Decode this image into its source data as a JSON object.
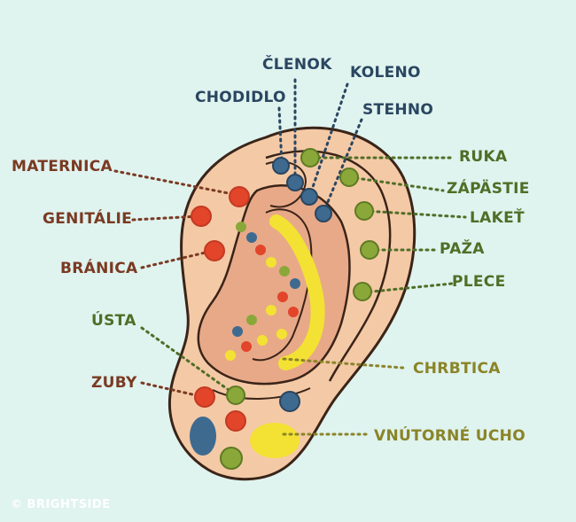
{
  "colors": {
    "background": "#dff3ef",
    "skin": "#f4c9a6",
    "skin_shadow": "#d9967a",
    "outline": "#3a2418",
    "navy_text": "#2a4660",
    "brown_text": "#7a3a22",
    "green_text": "#4f6e26",
    "olive_text": "#8a8427",
    "red_point": "#e2452a",
    "green_point": "#8aa83a",
    "blue_point": "#3e6a90",
    "yellow_point": "#f3e233"
  },
  "labels": {
    "clenok": "ČLENOK",
    "koleno": "KOLENO",
    "chodidlo": "CHODIDLO",
    "stehno": "STEHNO",
    "maternica": "MATERNICA",
    "ruka": "RUKA",
    "zapastie": "ZÁPÄSTIE",
    "genitalie": "GENITÁLIE",
    "laket": "LAKEŤ",
    "paza": "PAŽA",
    "branica": "BRÁNICA",
    "plece": "PLECE",
    "usta": "ÚSTA",
    "chrbtica": "CHRBTICA",
    "zuby": "ZUBY",
    "vnutorne_ucho": "VNÚTORNÉ UCHO"
  },
  "watermark": "© BRIGHTSIDE"
}
